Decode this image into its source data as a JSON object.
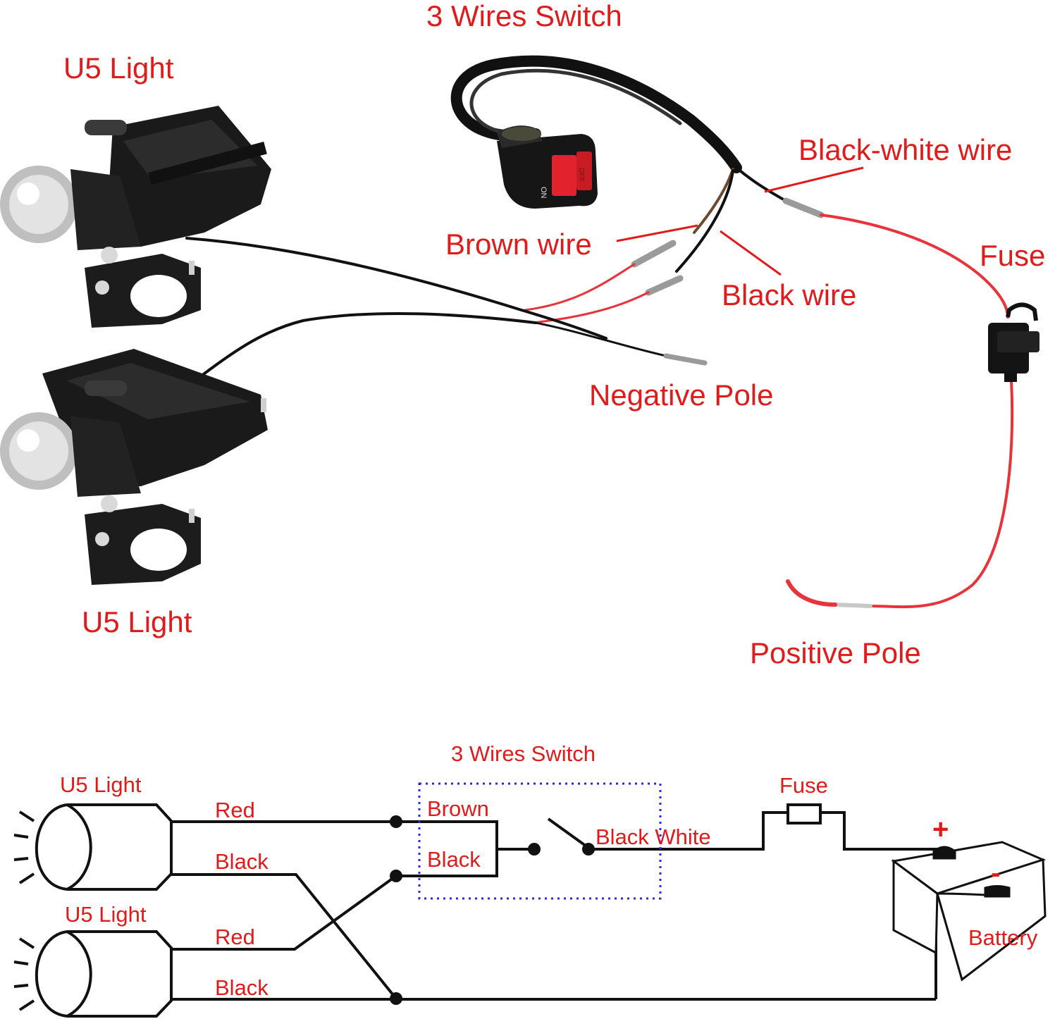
{
  "photo": {
    "switch_title": "3 Wires Switch",
    "light_top": "U5 Light",
    "light_bottom": "U5 Light",
    "black_white_wire": "Black-white wire",
    "brown_wire": "Brown wire",
    "black_wire": "Black wire",
    "fuse": "Fuse",
    "negative_pole": "Negative Pole",
    "positive_pole": "Positive Pole",
    "switch_on": "ON",
    "switch_off": "OFF"
  },
  "schematic": {
    "switch_title": "3 Wires Switch",
    "light_1": "U5 Light",
    "light_2": "U5 Light",
    "red_1": "Red",
    "black_1": "Black",
    "red_2": "Red",
    "black_2": "Black",
    "brown": "Brown",
    "black": "Black",
    "black_white": "Black White",
    "fuse": "Fuse",
    "plus": "+",
    "minus": "-",
    "battery": "Battery"
  },
  "colors": {
    "label_red": "#e01b1b",
    "wire_red": "#e8333a",
    "wire_black": "#111111",
    "switch_box_dotted": "#2a2ad6",
    "switch_button_red": "#e2222c"
  }
}
